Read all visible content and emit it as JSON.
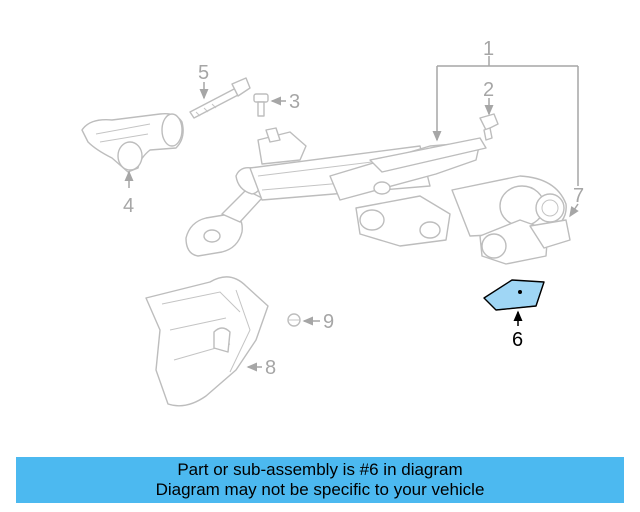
{
  "callouts": {
    "c1": "1",
    "c2": "2",
    "c3": "3",
    "c4": "4",
    "c5": "5",
    "c6": "6",
    "c7": "7",
    "c8": "8",
    "c9": "9"
  },
  "highlight_color": "#9fd6f5",
  "banner": {
    "line1": "Part or sub-assembly is #6 in diagram",
    "line2": "Diagram may not be specific to your vehicle",
    "background": "#4cb9f0"
  }
}
